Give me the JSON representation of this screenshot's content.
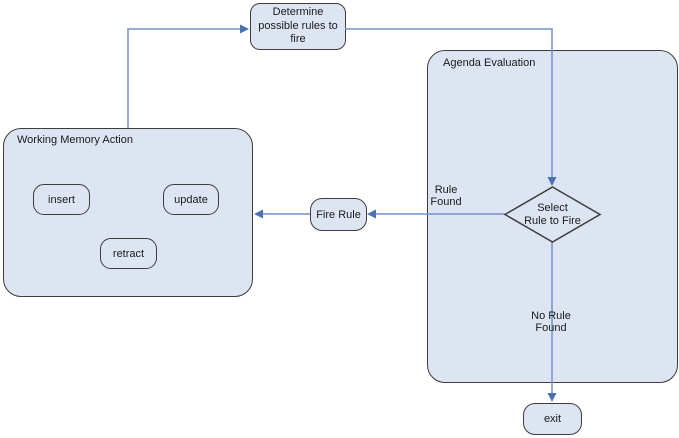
{
  "colors": {
    "node_fill": "#dde5f3",
    "node_border": "#3d3d3d",
    "edge_line": "#7191cc",
    "edge_arrow": "#4a70b5",
    "text": "#1a1a1a",
    "background": "#ffffff"
  },
  "nodes": {
    "determine": {
      "lines": [
        "Determine",
        "possible rules to",
        "fire"
      ]
    },
    "agenda": {
      "label": "Agenda Evaluation"
    },
    "select": {
      "lines": [
        "Select",
        "Rule to Fire"
      ]
    },
    "fire_rule": {
      "label": "Fire Rule"
    },
    "working_memory": {
      "label": "Working Memory Action"
    },
    "insert": {
      "label": "insert"
    },
    "update": {
      "label": "update"
    },
    "retract": {
      "label": "retract"
    },
    "exit": {
      "label": "exit"
    }
  },
  "edge_labels": {
    "rule_found": {
      "lines": [
        "Rule",
        "Found"
      ]
    },
    "no_rule_found": {
      "lines": [
        "No Rule",
        "Found"
      ]
    }
  }
}
